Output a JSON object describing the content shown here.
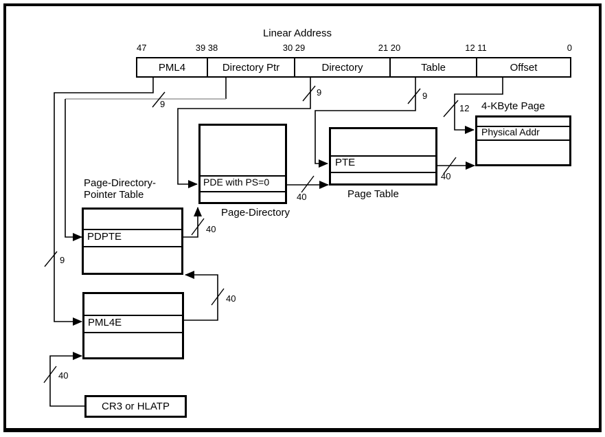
{
  "title": "Linear Address",
  "address_bar": {
    "bit_labels": [
      "47",
      "39 38",
      "30 29",
      "21 20",
      "12 11",
      "0"
    ],
    "fields": [
      "PML4",
      "Directory Ptr",
      "Directory",
      "Table",
      "Offset"
    ]
  },
  "tables": {
    "pdpt": {
      "caption_line1": "Page-Directory-",
      "caption_line2": "Pointer Table",
      "entry": "PDPTE"
    },
    "pml4": {
      "entry": "PML4E"
    },
    "page_directory": {
      "caption": "Page-Directory",
      "entry": "PDE with PS=0"
    },
    "page_table": {
      "caption": "Page Table",
      "entry": "PTE"
    },
    "page_4k": {
      "caption": "4-KByte Page",
      "entry": "Physical Addr"
    },
    "cr3": {
      "label": "CR3 or HLATP"
    }
  },
  "bus_widths": {
    "pml4_index": "9",
    "dirptr_index": "9",
    "directory_index": "9",
    "table_index": "9",
    "offset_width": "12",
    "cr3_base": "40",
    "pml4e_base": "40",
    "pdpte_base": "40",
    "pde_base": "40",
    "pte_base": "40"
  },
  "colors": {
    "line": "#000000",
    "hairline": "#9a9a9a",
    "background": "#ffffff",
    "text": "#000000"
  }
}
